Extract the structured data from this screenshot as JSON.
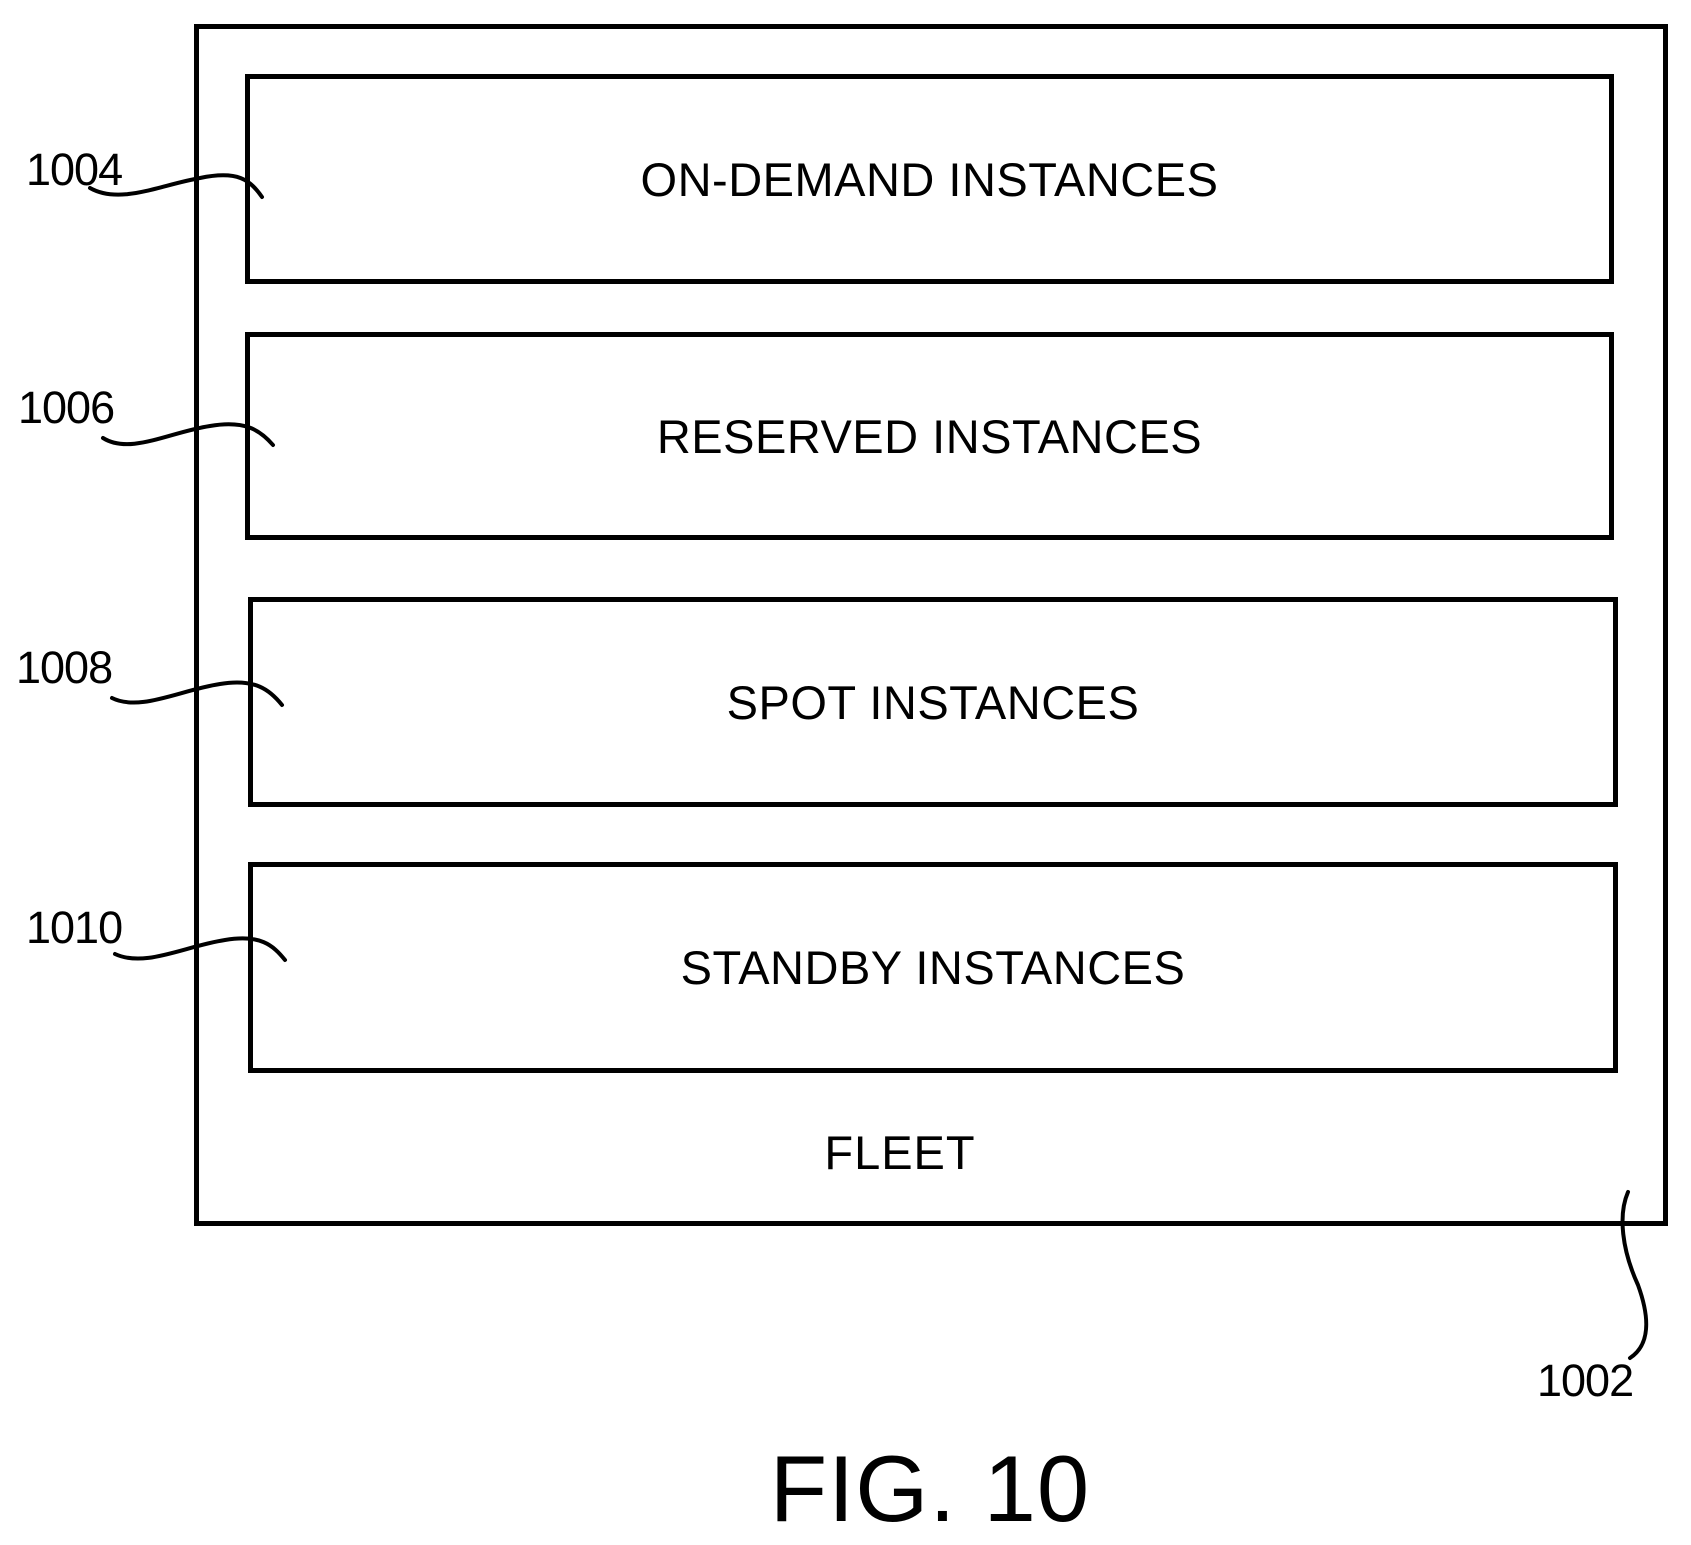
{
  "diagram": {
    "container": {
      "label": "FLEET",
      "ref": "1002"
    },
    "tiers": [
      {
        "label": "ON-DEMAND INSTANCES",
        "ref": "1004"
      },
      {
        "label": "RESERVED INSTANCES",
        "ref": "1006"
      },
      {
        "label": "SPOT INSTANCES",
        "ref": "1008"
      },
      {
        "label": "STANDBY INSTANCES",
        "ref": "1010"
      }
    ],
    "figure_caption": "FIG. 10"
  }
}
